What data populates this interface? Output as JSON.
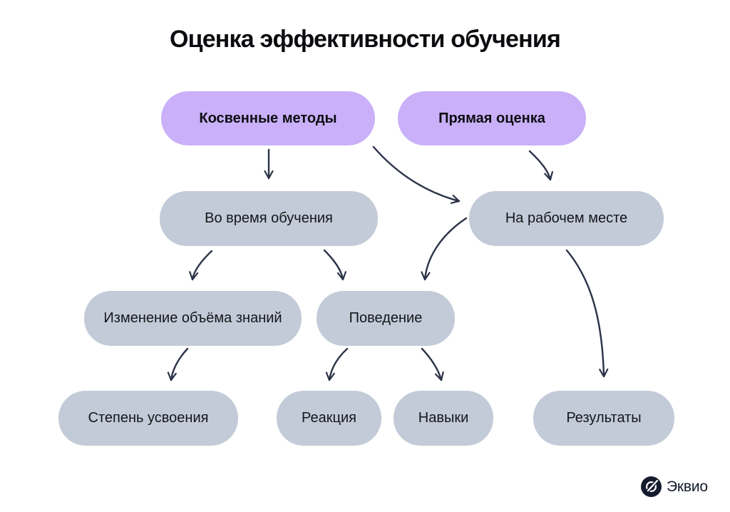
{
  "title": "Оценка эффективности обучения",
  "colors": {
    "background": "#ffffff",
    "purple_node": "#c9b0f8",
    "gray_node": "#c2cbd7",
    "arrow": "#2b3347",
    "title_text": "#0c0c10",
    "logo": "#141b2c"
  },
  "nodes": [
    {
      "id": "kosvennye-metody",
      "label": "Косвенные методы",
      "type": "purple"
    },
    {
      "id": "pryamaya-otsenka",
      "label": "Прямая оценка",
      "type": "purple"
    },
    {
      "id": "vo-vremya-obucheniya",
      "label": "Во время обучения",
      "type": "gray"
    },
    {
      "id": "na-rabochem-meste",
      "label": "На рабочем месте",
      "type": "gray"
    },
    {
      "id": "izmenenie-obyoma-znaniy",
      "label": "Изменение объёма знаний",
      "type": "gray"
    },
    {
      "id": "povedenie",
      "label": "Поведение",
      "type": "gray"
    },
    {
      "id": "stepen-usvoeniya",
      "label": "Степень усвоения",
      "type": "gray"
    },
    {
      "id": "reaktsiya",
      "label": "Реакция",
      "type": "gray"
    },
    {
      "id": "navyki",
      "label": "Навыки",
      "type": "gray"
    },
    {
      "id": "rezultaty",
      "label": "Результаты",
      "type": "gray"
    }
  ],
  "edges": [
    {
      "from": "Косвенные методы",
      "to": "Во время обучения"
    },
    {
      "from": "Косвенные методы",
      "to": "На рабочем месте"
    },
    {
      "from": "Прямая оценка",
      "to": "На рабочем месте"
    },
    {
      "from": "Во время обучения",
      "to": "Изменение объёма знаний"
    },
    {
      "from": "Во время обучения",
      "to": "Поведение"
    },
    {
      "from": "На рабочем месте",
      "to": "Поведение"
    },
    {
      "from": "Изменение объёма знаний",
      "to": "Степень усвоения"
    },
    {
      "from": "Поведение",
      "to": "Реакция"
    },
    {
      "from": "Поведение",
      "to": "Навыки"
    },
    {
      "from": "На рабочем месте",
      "to": "Результаты"
    }
  ],
  "logo": {
    "text": "Эквио"
  }
}
